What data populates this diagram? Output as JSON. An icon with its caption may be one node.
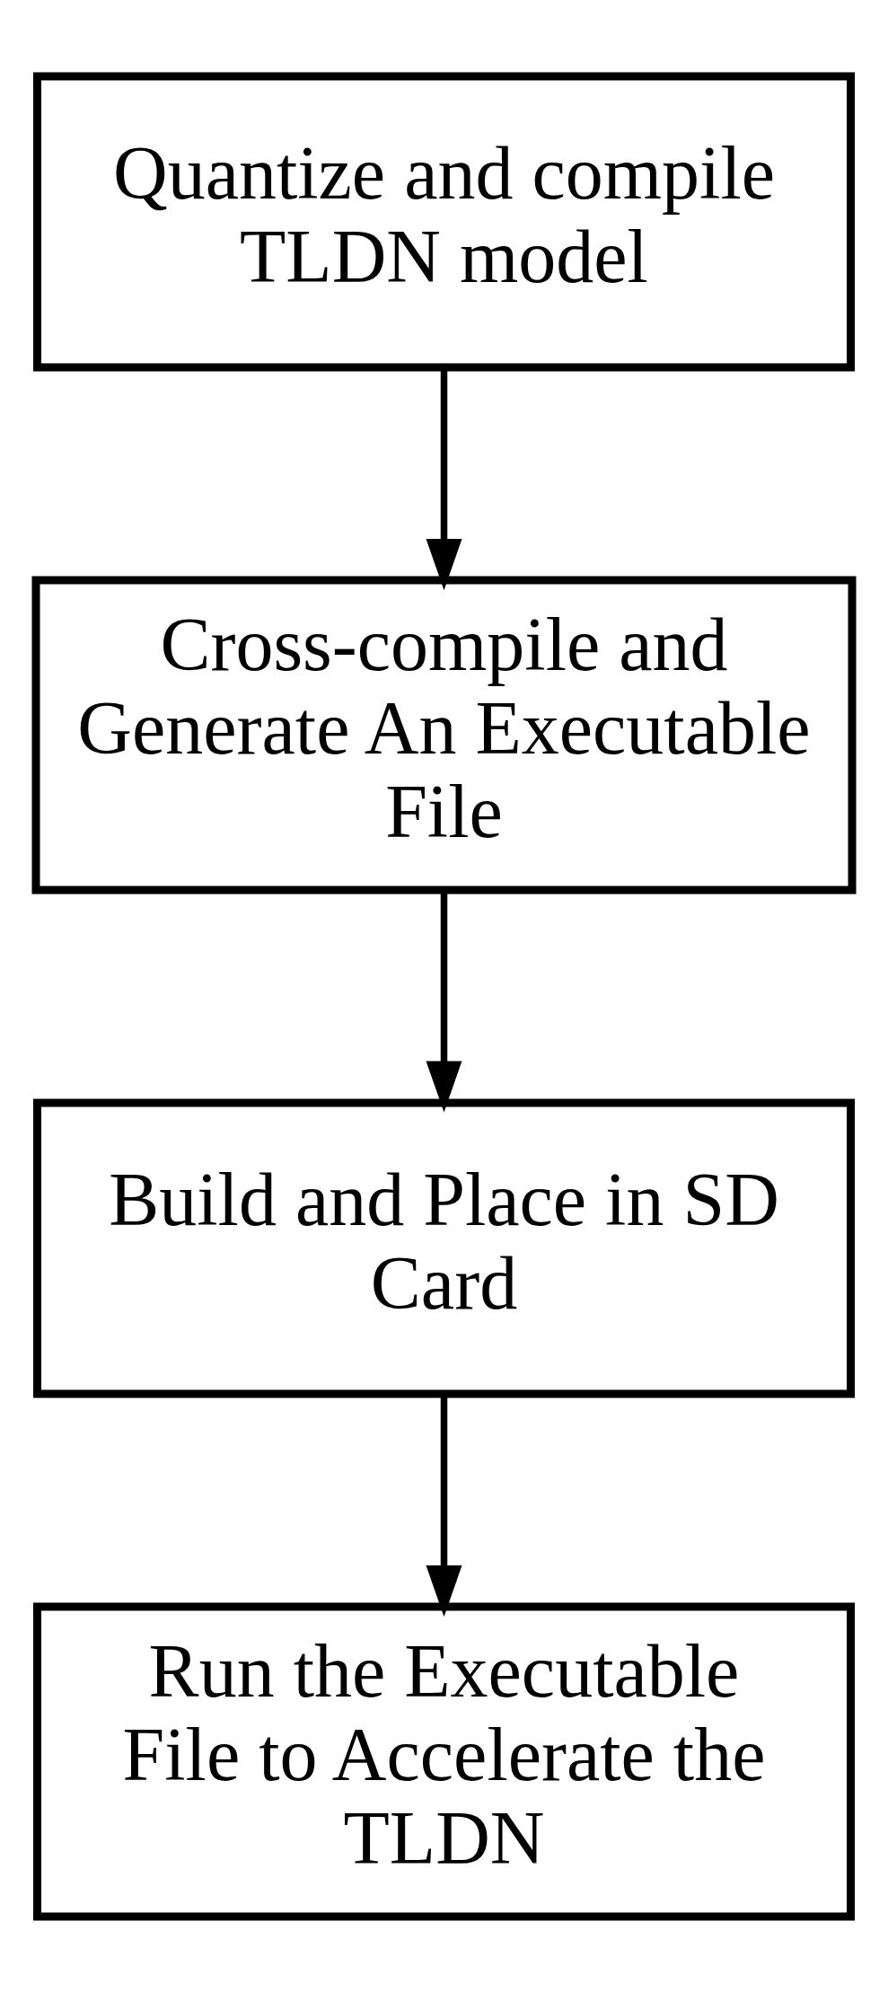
{
  "diagram": {
    "nodes": [
      {
        "text": [
          "Quantize and compile TLDN model"
        ]
      },
      {
        "text": [
          "Cross-compile and Generate An Executable File"
        ]
      },
      {
        "text": [
          "Build and Place in SD Card"
        ]
      },
      {
        "text": [
          "Run the Executable File to Accelerate the TLDN"
        ]
      }
    ],
    "edges": [
      {
        "from": 0,
        "to": 1,
        "arrow": "to"
      },
      {
        "from": 1,
        "to": 2,
        "arrow": "to"
      },
      {
        "from": 2,
        "to": 3,
        "arrow": "to"
      }
    ]
  }
}
